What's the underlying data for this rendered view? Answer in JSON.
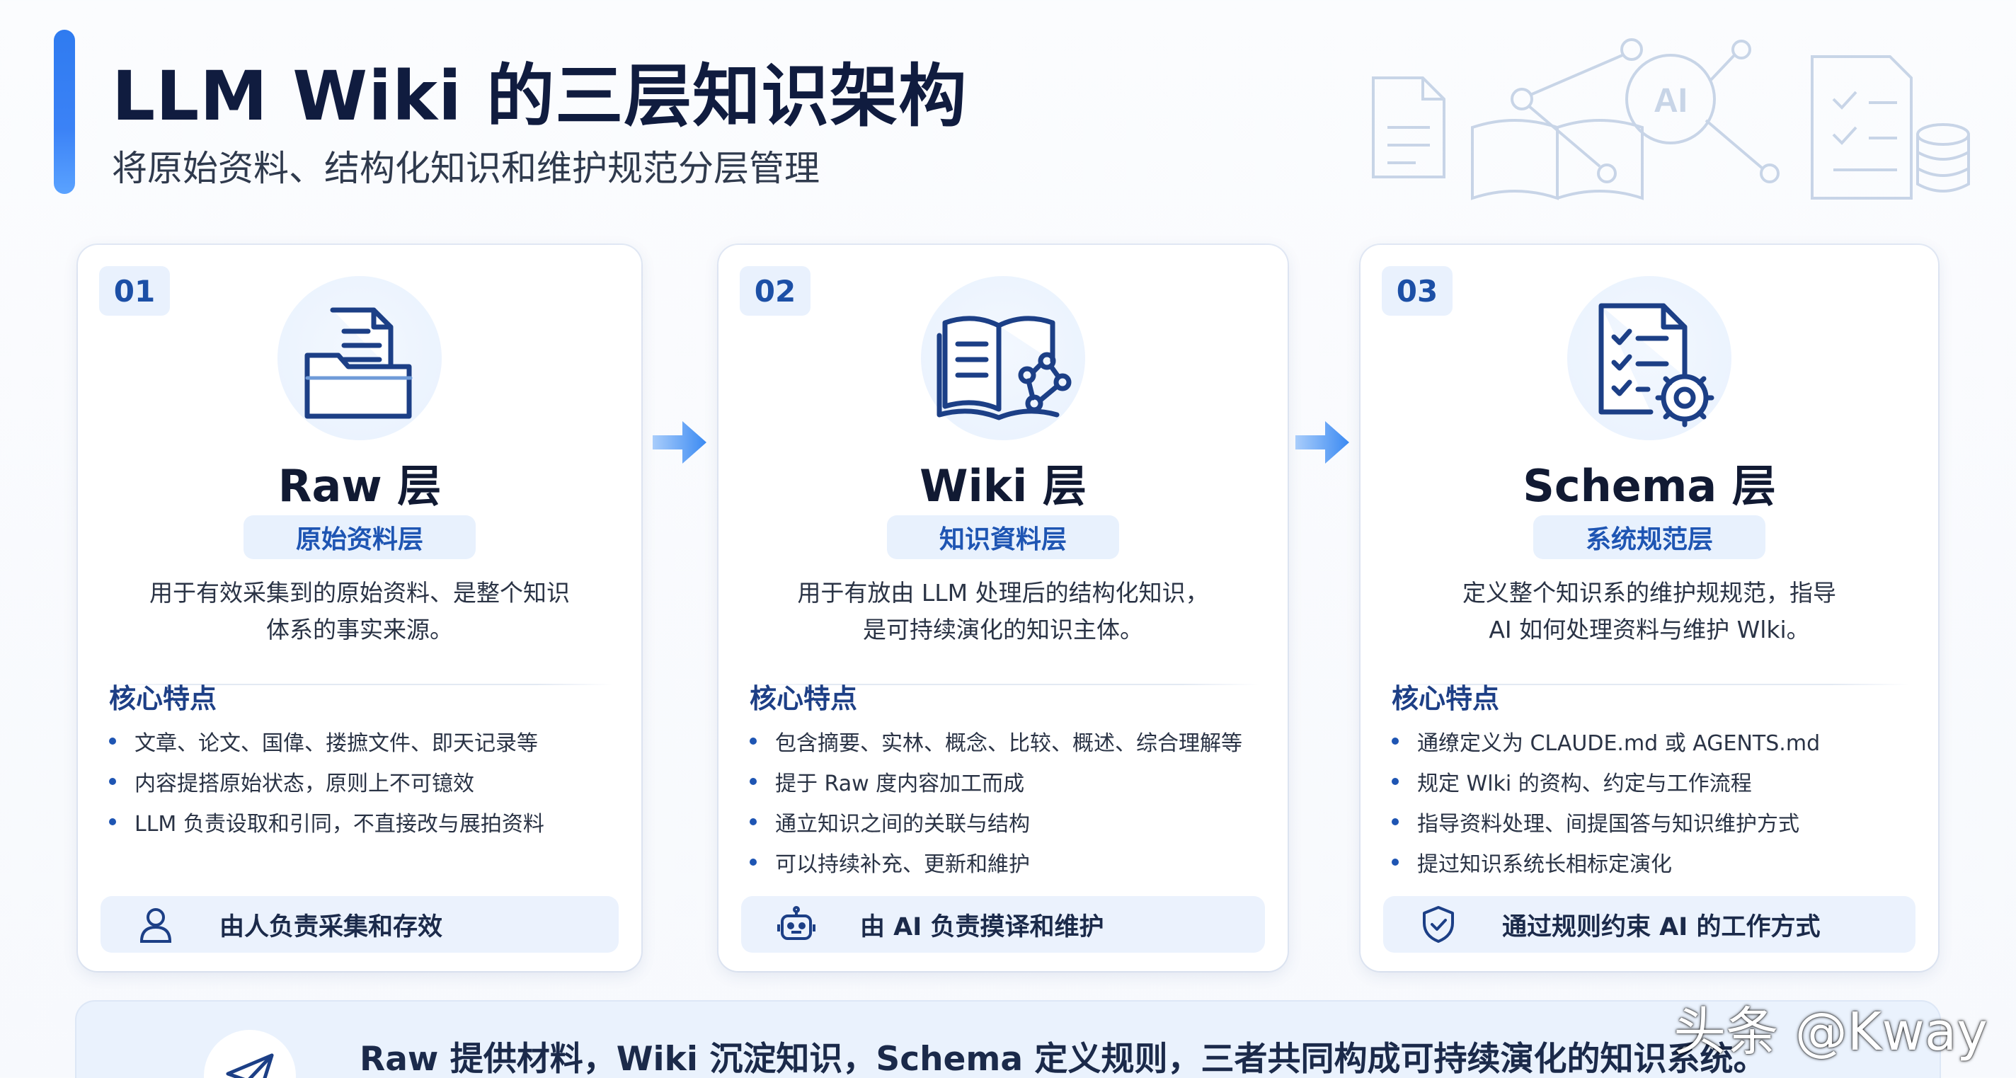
{
  "header": {
    "title": "LLM Wiki 的三层知识架构",
    "subtitle": "将原始资料、结构化知识和维护规范分层管理",
    "decor_ai_label": "AI"
  },
  "colors": {
    "accent": "#2f7bf0",
    "title": "#101c3f",
    "pill_bg": "#e8f1fd",
    "pill_text": "#1e55b3",
    "feature_title": "#1d3f86"
  },
  "layers": [
    {
      "number": "01",
      "icon": "folder-document-icon",
      "name": "Raw 层",
      "tag": "原始资料层",
      "desc_lines": [
        "用于有效采集到的原始资料、是整个知识",
        "体系的事实来源。"
      ],
      "features_title": "核心特点",
      "features": [
        "文章、论文、国偉、搂摭文件、即天记录等",
        "内容提搭原始状态，原则上不可镱效",
        "LLM 负责设取和引同，不直接改与展拍资料"
      ],
      "footer_icon": "person-icon",
      "footer": "由人负责采集和存效"
    },
    {
      "number": "02",
      "icon": "book-network-icon",
      "name": "Wiki 层",
      "tag": "知识資料层",
      "desc_lines": [
        "用于有放由 LLM 处理后的结构化知识，",
        "是可持续演化的知识主体。"
      ],
      "features_title": "核心特点",
      "features": [
        "包含摘要、实林、概念、比较、概述、综合理解等",
        "提于 Raw 度内容加工而成",
        "通立知识之间的关联与结构",
        "可以持续补充、更新和維护"
      ],
      "footer_icon": "robot-icon",
      "footer": "由 AI 负责摸译和维护"
    },
    {
      "number": "03",
      "icon": "checklist-gear-icon",
      "name": "Schema 层",
      "tag": "系统规范层",
      "desc_lines": [
        "定义整个知识系的维护规规范，指导",
        "AI 如何处理资料与维护 Wlki。"
      ],
      "features_title": "核心特点",
      "features": [
        "通缭定义为 CLAUDE.md 或 AGENTS.md",
        "规定 Wlki 的资构、约定与工作流程",
        "指导资料处理、间提国答与知识维护方式",
        "提过知识系统长相标定演化"
      ],
      "footer_icon": "shield-check-icon",
      "footer": "通过规则约束 AI 的工作方式"
    }
  ],
  "summary": {
    "icon": "paper-plane-icon",
    "text": "Raw 提供材料，Wiki 沉淀知识，Schema 定义规则，三者共同构成可持续演化的知识系统。"
  },
  "watermark": "头条 @Kway"
}
